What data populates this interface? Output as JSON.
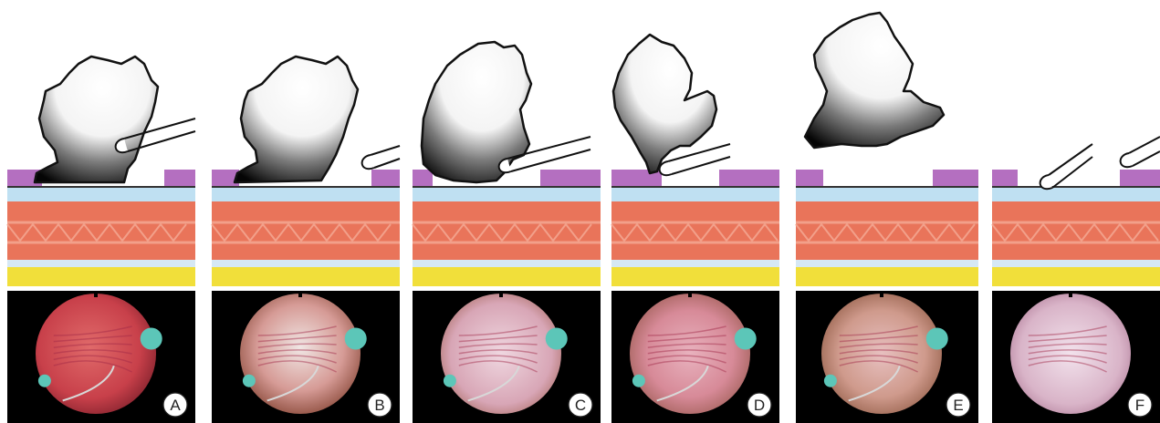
{
  "figure": {
    "panels": [
      {
        "label": "A",
        "tool_present": true,
        "tumor": "attached"
      },
      {
        "label": "B",
        "tool_present": true,
        "tumor": "attached"
      },
      {
        "label": "C",
        "tool_present": true,
        "tumor": "partially-detached"
      },
      {
        "label": "D",
        "tool_present": true,
        "tumor": "lifted"
      },
      {
        "label": "E",
        "tool_present": false,
        "tumor": "removed"
      },
      {
        "label": "F",
        "tool_present": true,
        "tumor": "none"
      }
    ],
    "colors": {
      "mucosa": "#b46fc0",
      "submucosa": "#bfe0f2",
      "muscle": "#e9745a",
      "muscle_light": "#f2a08a",
      "fat": "#f1df3a",
      "endoscopy_bg": "#000000",
      "tissue": "#e58c8e"
    }
  }
}
